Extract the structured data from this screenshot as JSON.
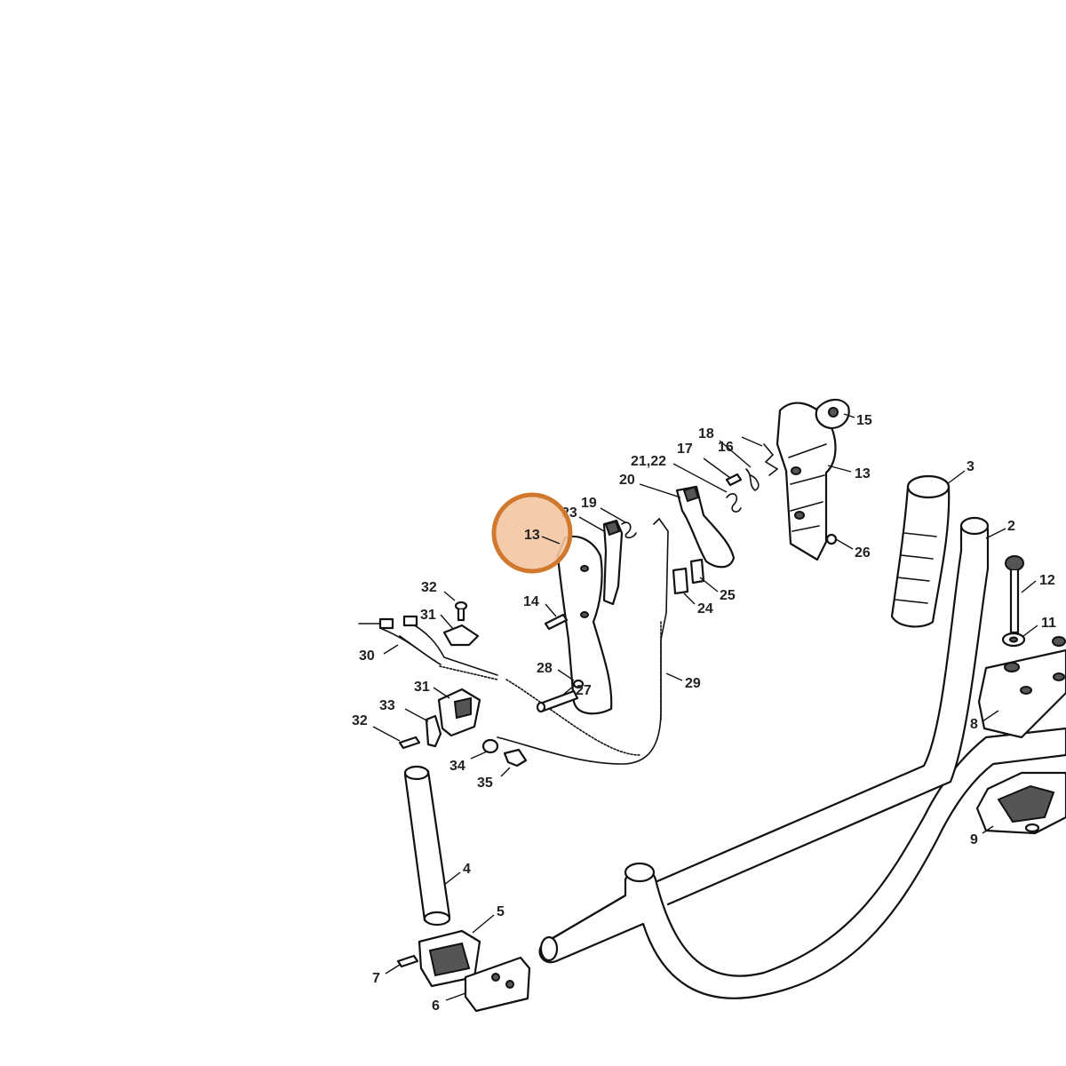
{
  "highlight": {
    "label": "13",
    "fill": "#f3c7a3",
    "stroke": "#d0792e"
  },
  "callouts": [
    {
      "id": "c15",
      "text": "15"
    },
    {
      "id": "c16",
      "text": "16"
    },
    {
      "id": "c18",
      "text": "18"
    },
    {
      "id": "c17",
      "text": "17"
    },
    {
      "id": "c13b",
      "text": "13"
    },
    {
      "id": "c2122",
      "text": "21,22"
    },
    {
      "id": "c20",
      "text": "20"
    },
    {
      "id": "c3",
      "text": "3"
    },
    {
      "id": "c19",
      "text": "19"
    },
    {
      "id": "c23",
      "text": "23"
    },
    {
      "id": "c2",
      "text": "2"
    },
    {
      "id": "c26",
      "text": "26"
    },
    {
      "id": "c12",
      "text": "12"
    },
    {
      "id": "c32a",
      "text": "32"
    },
    {
      "id": "c25",
      "text": "25"
    },
    {
      "id": "c14",
      "text": "14"
    },
    {
      "id": "c24",
      "text": "24"
    },
    {
      "id": "c31a",
      "text": "31"
    },
    {
      "id": "c11",
      "text": "11"
    },
    {
      "id": "c30",
      "text": "30"
    },
    {
      "id": "c28",
      "text": "28"
    },
    {
      "id": "c31b",
      "text": "31"
    },
    {
      "id": "c29",
      "text": "29"
    },
    {
      "id": "c27",
      "text": "27"
    },
    {
      "id": "c33",
      "text": "33"
    },
    {
      "id": "c8",
      "text": "8"
    },
    {
      "id": "c32b",
      "text": "32"
    },
    {
      "id": "c34",
      "text": "34"
    },
    {
      "id": "c35",
      "text": "35"
    },
    {
      "id": "c9",
      "text": "9"
    },
    {
      "id": "c4",
      "text": "4"
    },
    {
      "id": "c5",
      "text": "5"
    },
    {
      "id": "c7",
      "text": "7"
    },
    {
      "id": "c6",
      "text": "6"
    }
  ]
}
